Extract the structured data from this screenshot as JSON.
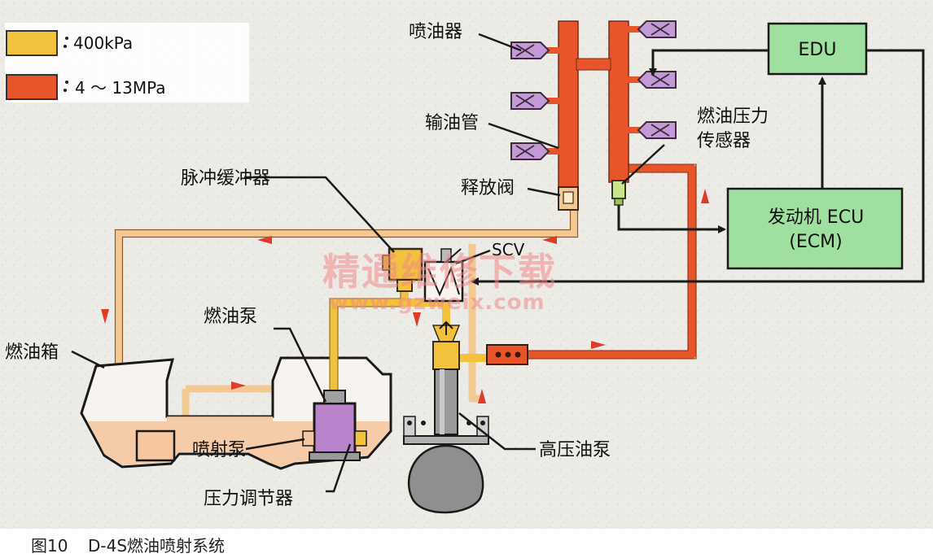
{
  "legend": [
    {
      "label": "400kPa",
      "color": "#f3c23c"
    },
    {
      "label": "4 ～ 13MPa",
      "color": "#e8552a"
    }
  ],
  "labels": {
    "injector": "喷油器",
    "delivery_pipe": "输油管",
    "relief_valve": "释放阀",
    "pulsation_damper": "脉冲缓冲器",
    "scv": "SCV",
    "fuel_pressure_sensor_line1": "燃油压力",
    "fuel_pressure_sensor_line2": "传感器",
    "fuel_tank": "燃油箱",
    "fuel_pump": "燃油泵",
    "jet_pump": "喷射泵",
    "pressure_regulator": "压力调节器",
    "high_pressure_pump": "高压油泵"
  },
  "boxes": {
    "edu": "EDU",
    "ecu_line1": "发动机 ECU",
    "ecu_line2": "(ECM)"
  },
  "watermark": {
    "title": "精通维修下载",
    "url": "www.gzweix.com"
  },
  "caption": {
    "figure_no": "图10",
    "title": "D-4S燃油喷射系统"
  },
  "colors": {
    "low_pressure": "#f3c23c",
    "high_pressure": "#e8552a",
    "return_line": "#f2c993",
    "ecu_box": "#9fe0a0",
    "injector": "#c39ad6",
    "pump_body": "#b984cc",
    "fuel": "#f5c6a0",
    "signal_line": "#1a1a1a",
    "flow_arrow": "#e03a2a"
  }
}
